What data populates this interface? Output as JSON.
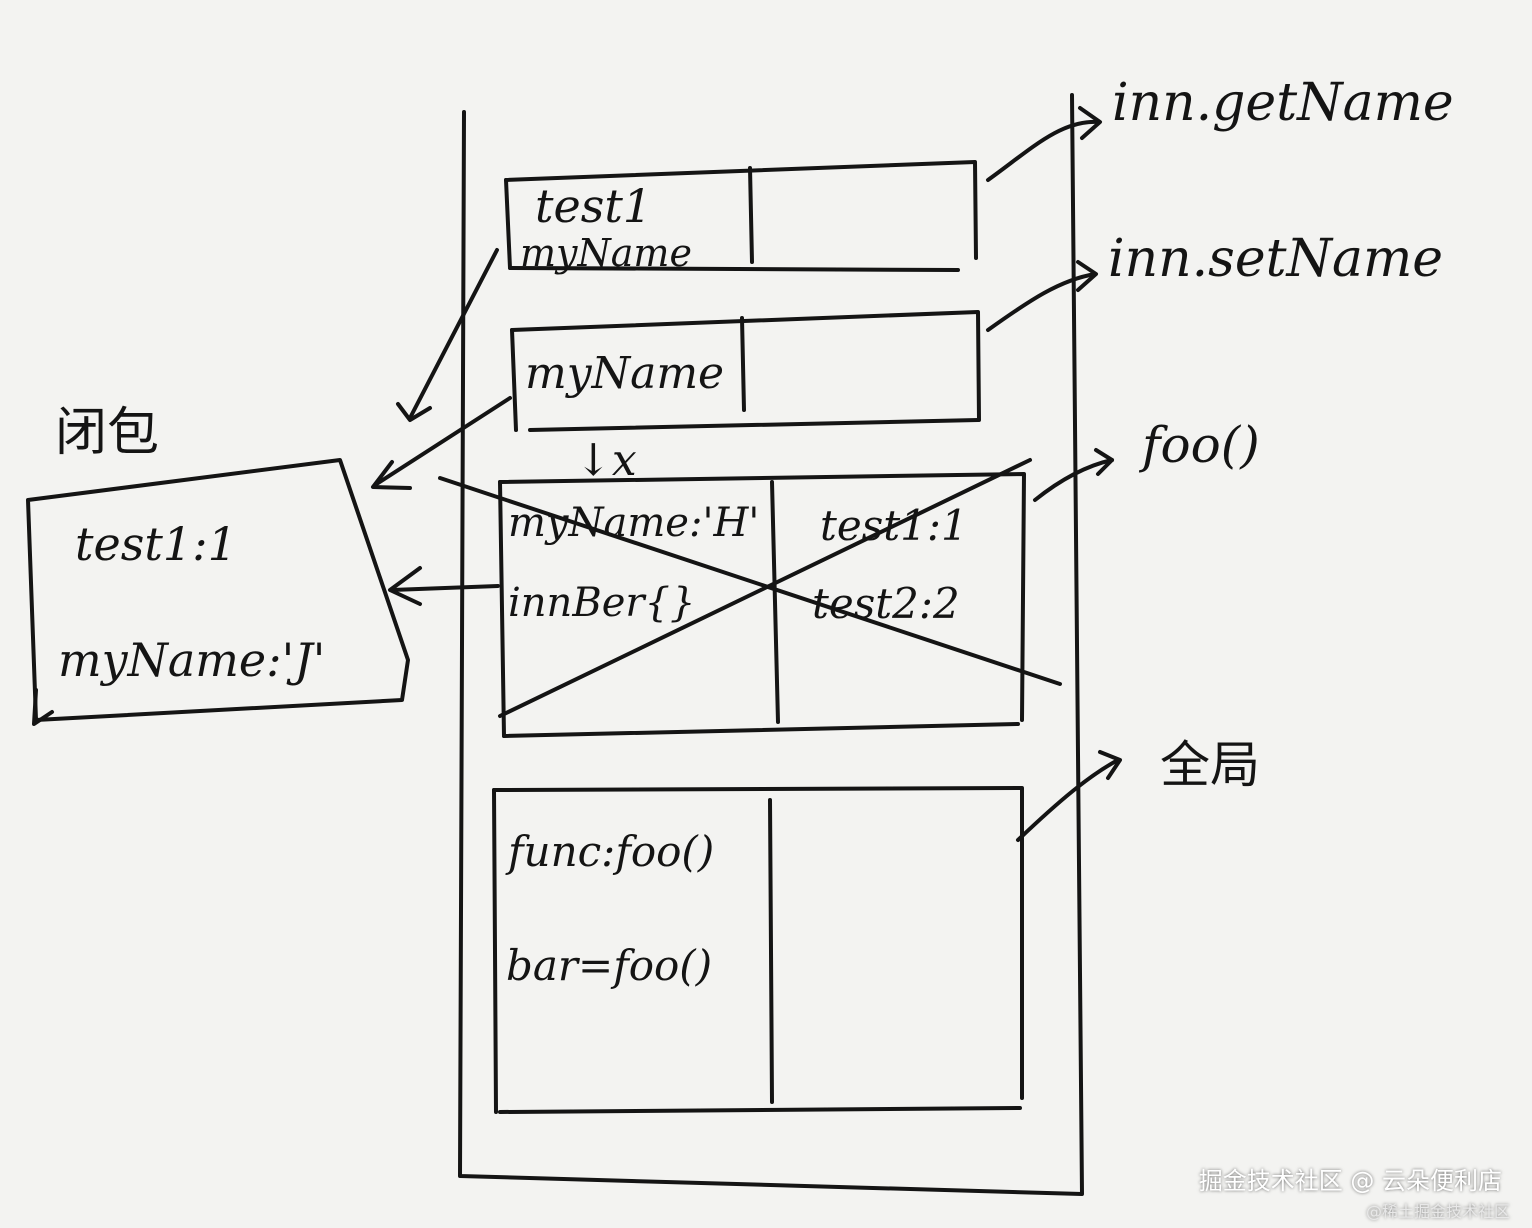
{
  "call_stack": {
    "frames": [
      {
        "id": "inn-getName",
        "env_text": [
          "test1",
          "myName"
        ],
        "label": "inn.getName"
      },
      {
        "id": "inn-setName",
        "env_text": [
          "myName"
        ],
        "label": "inn.setName"
      },
      {
        "id": "foo",
        "env_text": [
          "myName:'H'",
          "innBer{}"
        ],
        "lexical_text": [
          "test1:1",
          "test2:2"
        ],
        "label": "foo()",
        "popped": true,
        "arrow_mark": "↓x"
      },
      {
        "id": "global",
        "env_text": [
          "func:foo()",
          "bar=foo()"
        ],
        "label": "全局"
      }
    ]
  },
  "closure": {
    "title": "闭包",
    "entries": [
      "test1:1",
      "myName:'J'"
    ]
  },
  "watermark": {
    "main": "掘金技术社区 @ 云朵便利店",
    "sub": "@稀土掘金技术社区"
  }
}
